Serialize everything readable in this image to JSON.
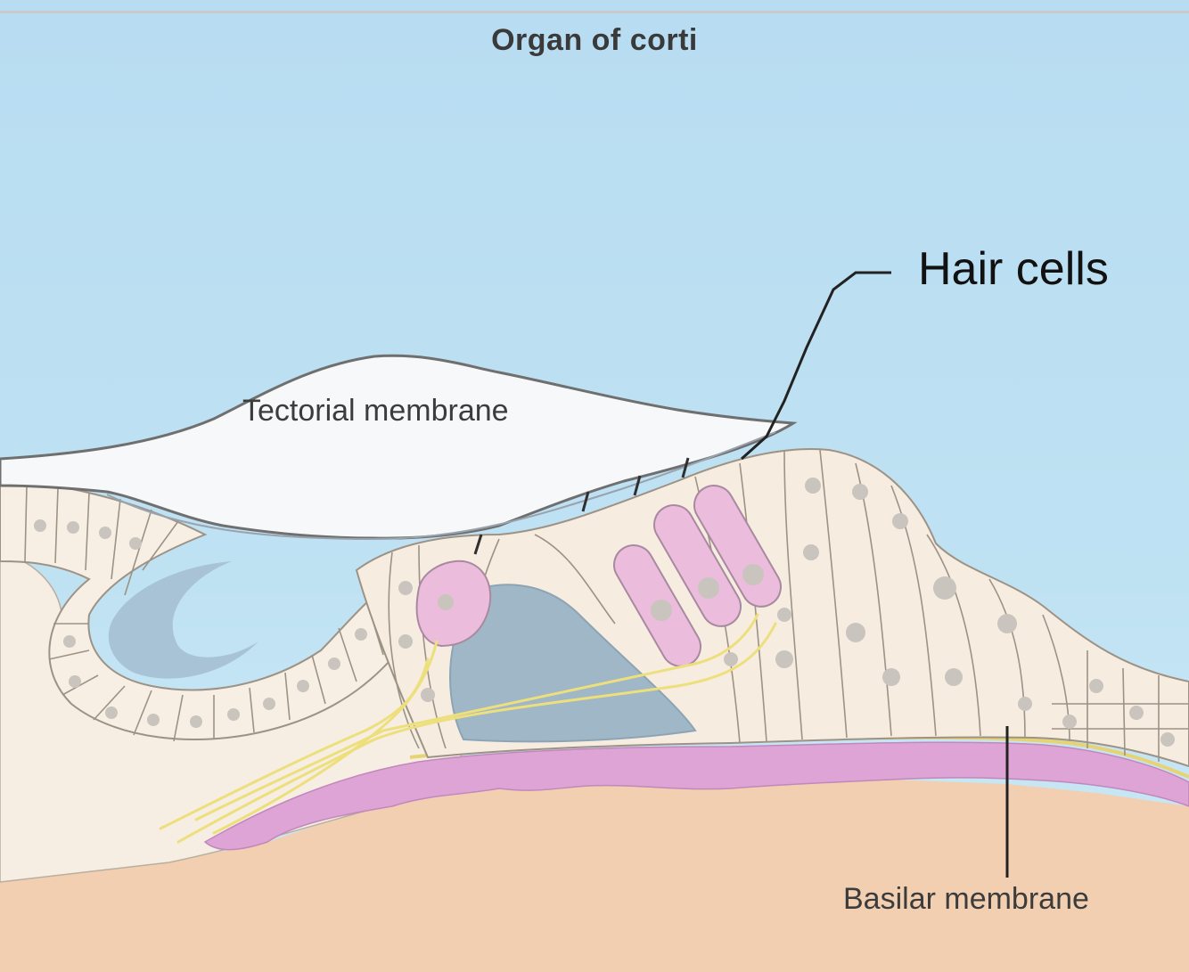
{
  "diagram": {
    "title": "Organ of corti",
    "labels": {
      "hair_cells": "Hair cells",
      "tectorial_membrane": "Tectorial membrane",
      "basilar_membrane": "Basilar membrane"
    }
  }
}
